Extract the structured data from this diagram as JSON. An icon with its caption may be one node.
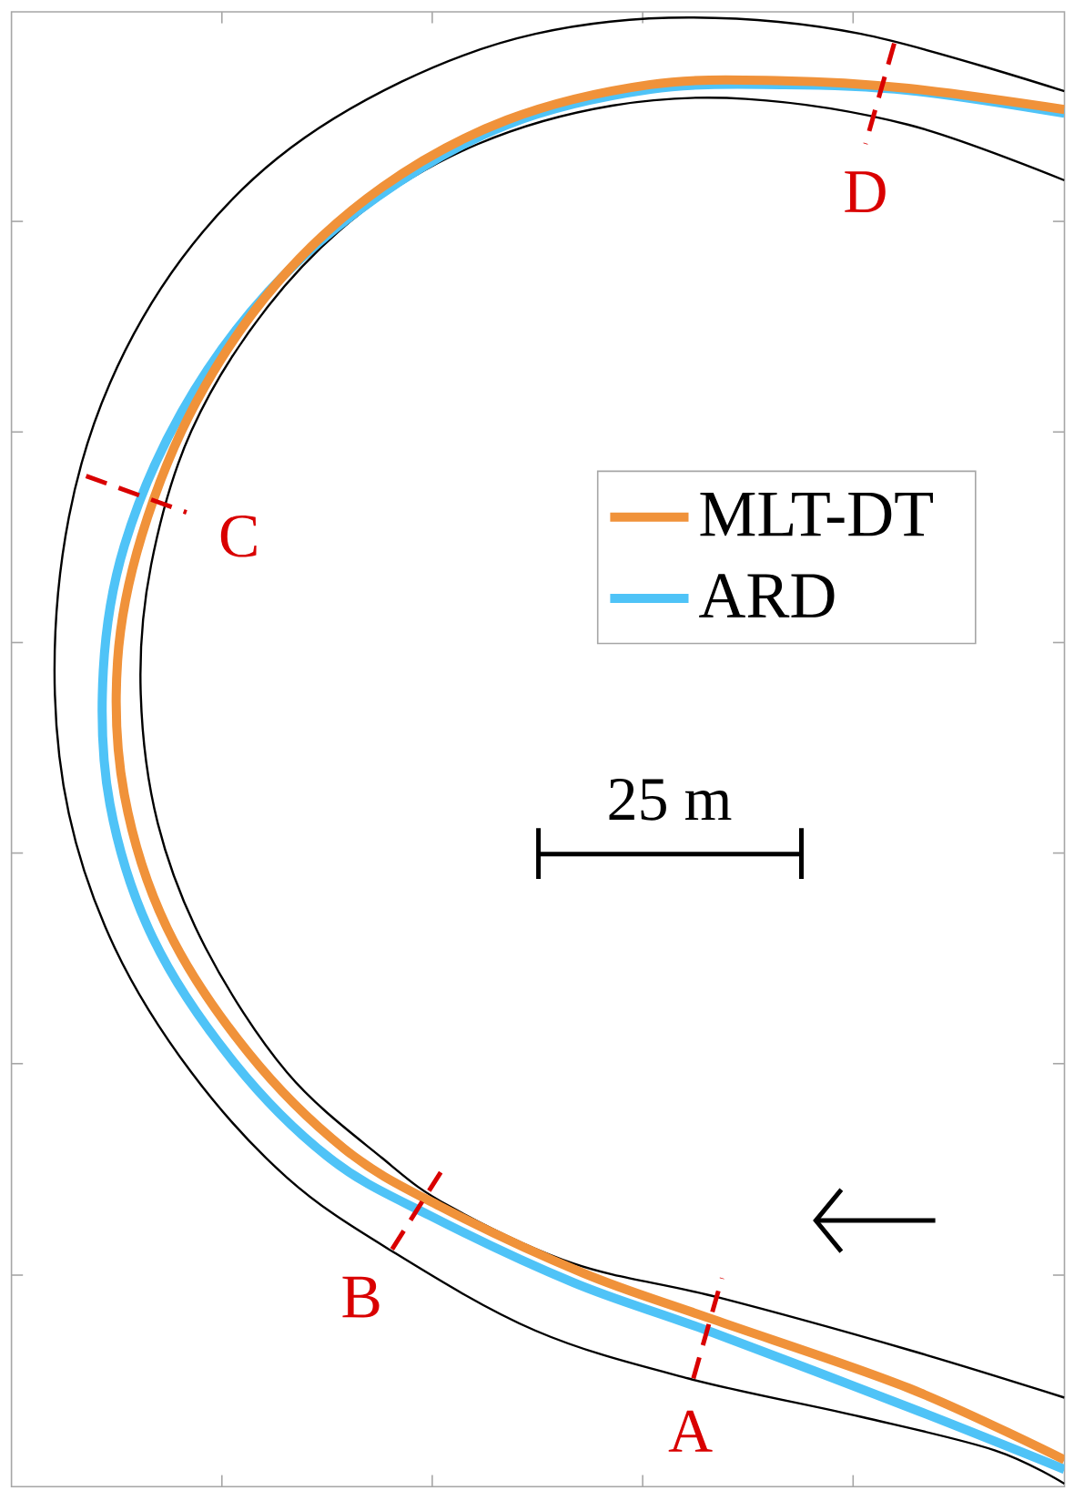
{
  "diagram": {
    "labels": [
      "D",
      "C",
      "25 m",
      "B",
      "A"
    ],
    "legend": [
      {
        "text": "MLT-DT"
      },
      {
        "text": "ARD"
      }
    ]
  }
}
